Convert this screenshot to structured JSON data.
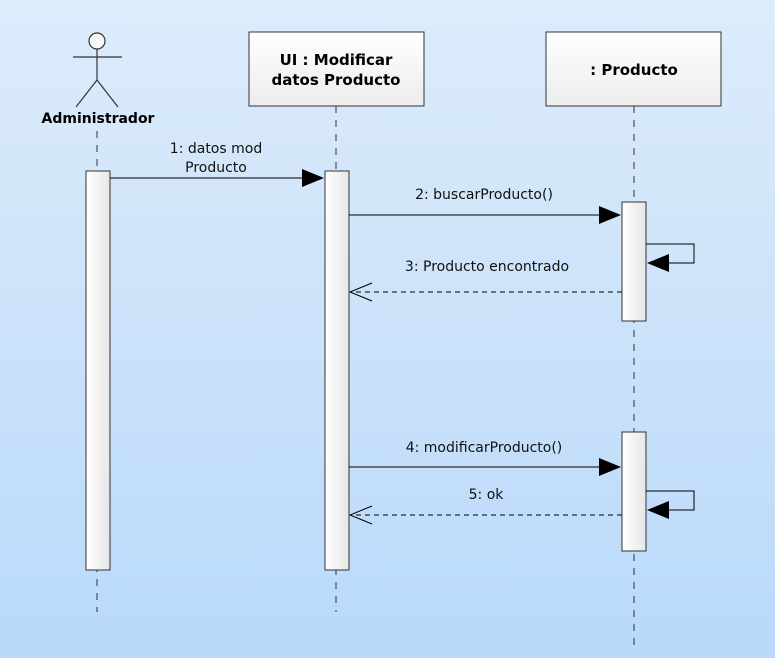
{
  "actor": {
    "name": "Administrador"
  },
  "lifelines": [
    {
      "line1": "UI : Modificar",
      "line2": "datos Producto"
    },
    {
      "line1": ": Producto"
    }
  ],
  "messages": [
    {
      "line1": "1: datos mod",
      "line2": "Producto",
      "kind": "synchronous"
    },
    {
      "text": "2: buscarProducto()",
      "kind": "synchronous"
    },
    {
      "text": "",
      "kind": "self"
    },
    {
      "text": "3: Producto encontrado",
      "kind": "return"
    },
    {
      "text": "4: modificarProducto()",
      "kind": "synchronous"
    },
    {
      "text": "",
      "kind": "self"
    },
    {
      "text": "5: ok",
      "kind": "return"
    }
  ],
  "colors": {
    "background_top": "#dcecfb",
    "background_bottom": "#b9d9fb",
    "box_fill": "#f4f4f4",
    "line": "#000000"
  }
}
